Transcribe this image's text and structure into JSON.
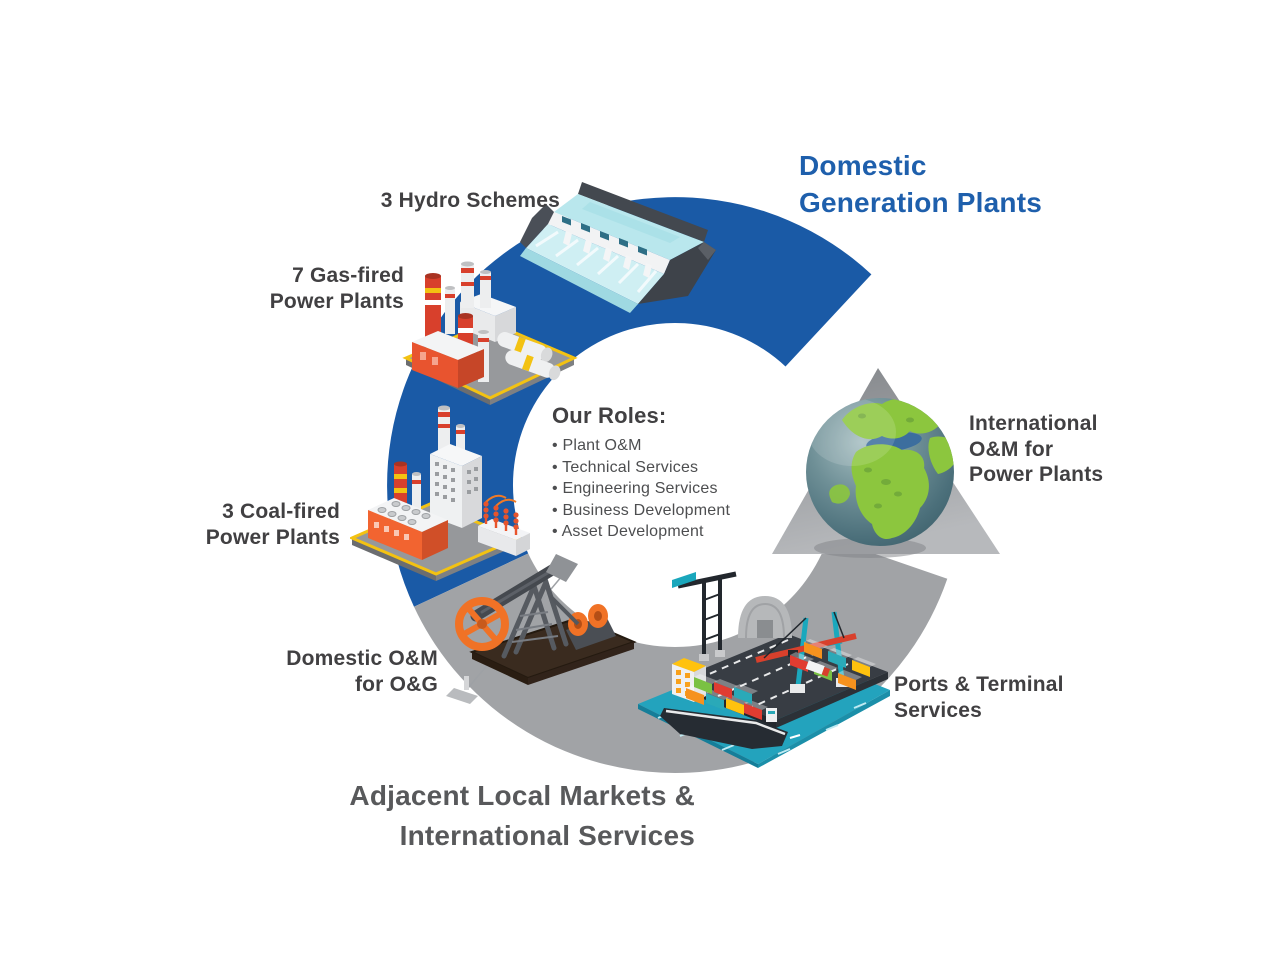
{
  "headings": {
    "domestic": "Domestic\nGeneration Plants",
    "adjacent": "Adjacent Local Markets &\nInternational Services"
  },
  "labels": {
    "hydro": "3 Hydro Schemes",
    "gas": "7 Gas-fired\nPower Plants",
    "coal": "3 Coal-fired\nPower Plants",
    "domestic_om": "Domestic O&M\nfor O&G",
    "ports": "Ports & Terminal\nServices",
    "international": "International\nO&M for\nPower Plants"
  },
  "center": {
    "title": "Our Roles:",
    "items": [
      "Plant O&M",
      "Technical Services",
      "Engineering Services",
      "Business Development",
      "Asset Development"
    ]
  },
  "illustrations": {
    "hydro": "hydro-dam-illustration",
    "gas": "gas-power-plant-illustration",
    "coal": "coal-power-plant-illustration",
    "oil": "oil-pumpjack-illustration",
    "port": "port-terminal-illustration",
    "globe": "globe-illustration",
    "arrow": "cycle-up-arrow"
  },
  "colors": {
    "accent_blue": "#1A5AA6",
    "heading_blue": "#1E5FAC",
    "band_gray": "#A1A3A6",
    "heading_gray": "#58595B",
    "label_dark": "#414042",
    "bullet_gray": "#4D4E50"
  }
}
